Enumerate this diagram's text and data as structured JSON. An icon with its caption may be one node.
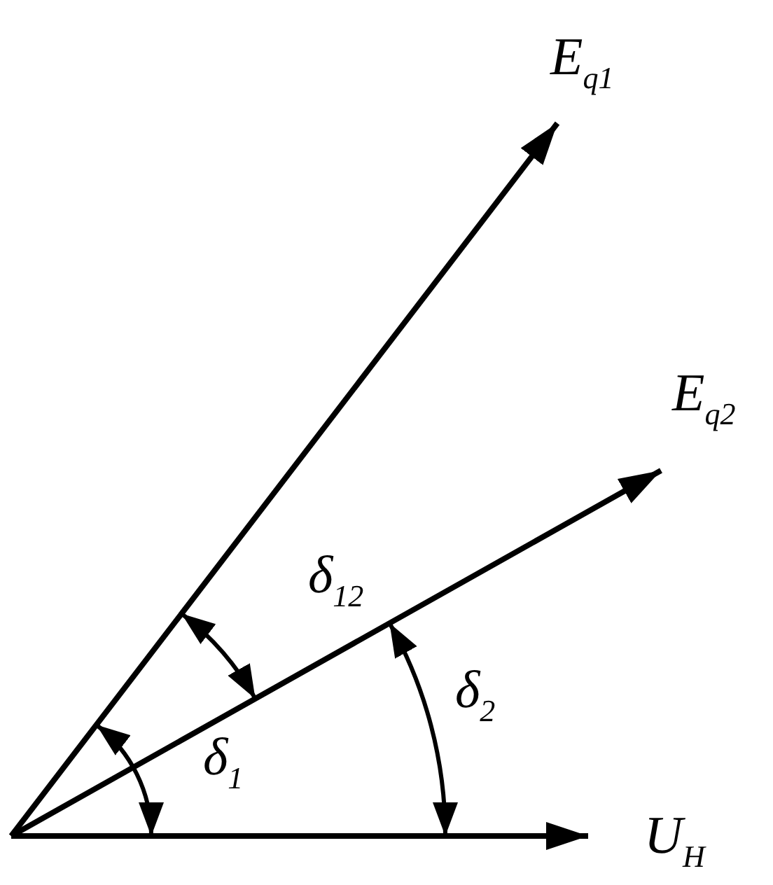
{
  "diagram": {
    "labels": [
      "E$_{q1}$",
      "E$_{q2}$",
      "δ$_{12}$",
      "δ$_{2}$",
      "δ$_{1}$",
      "U$_{H}$"
    ]
  }
}
